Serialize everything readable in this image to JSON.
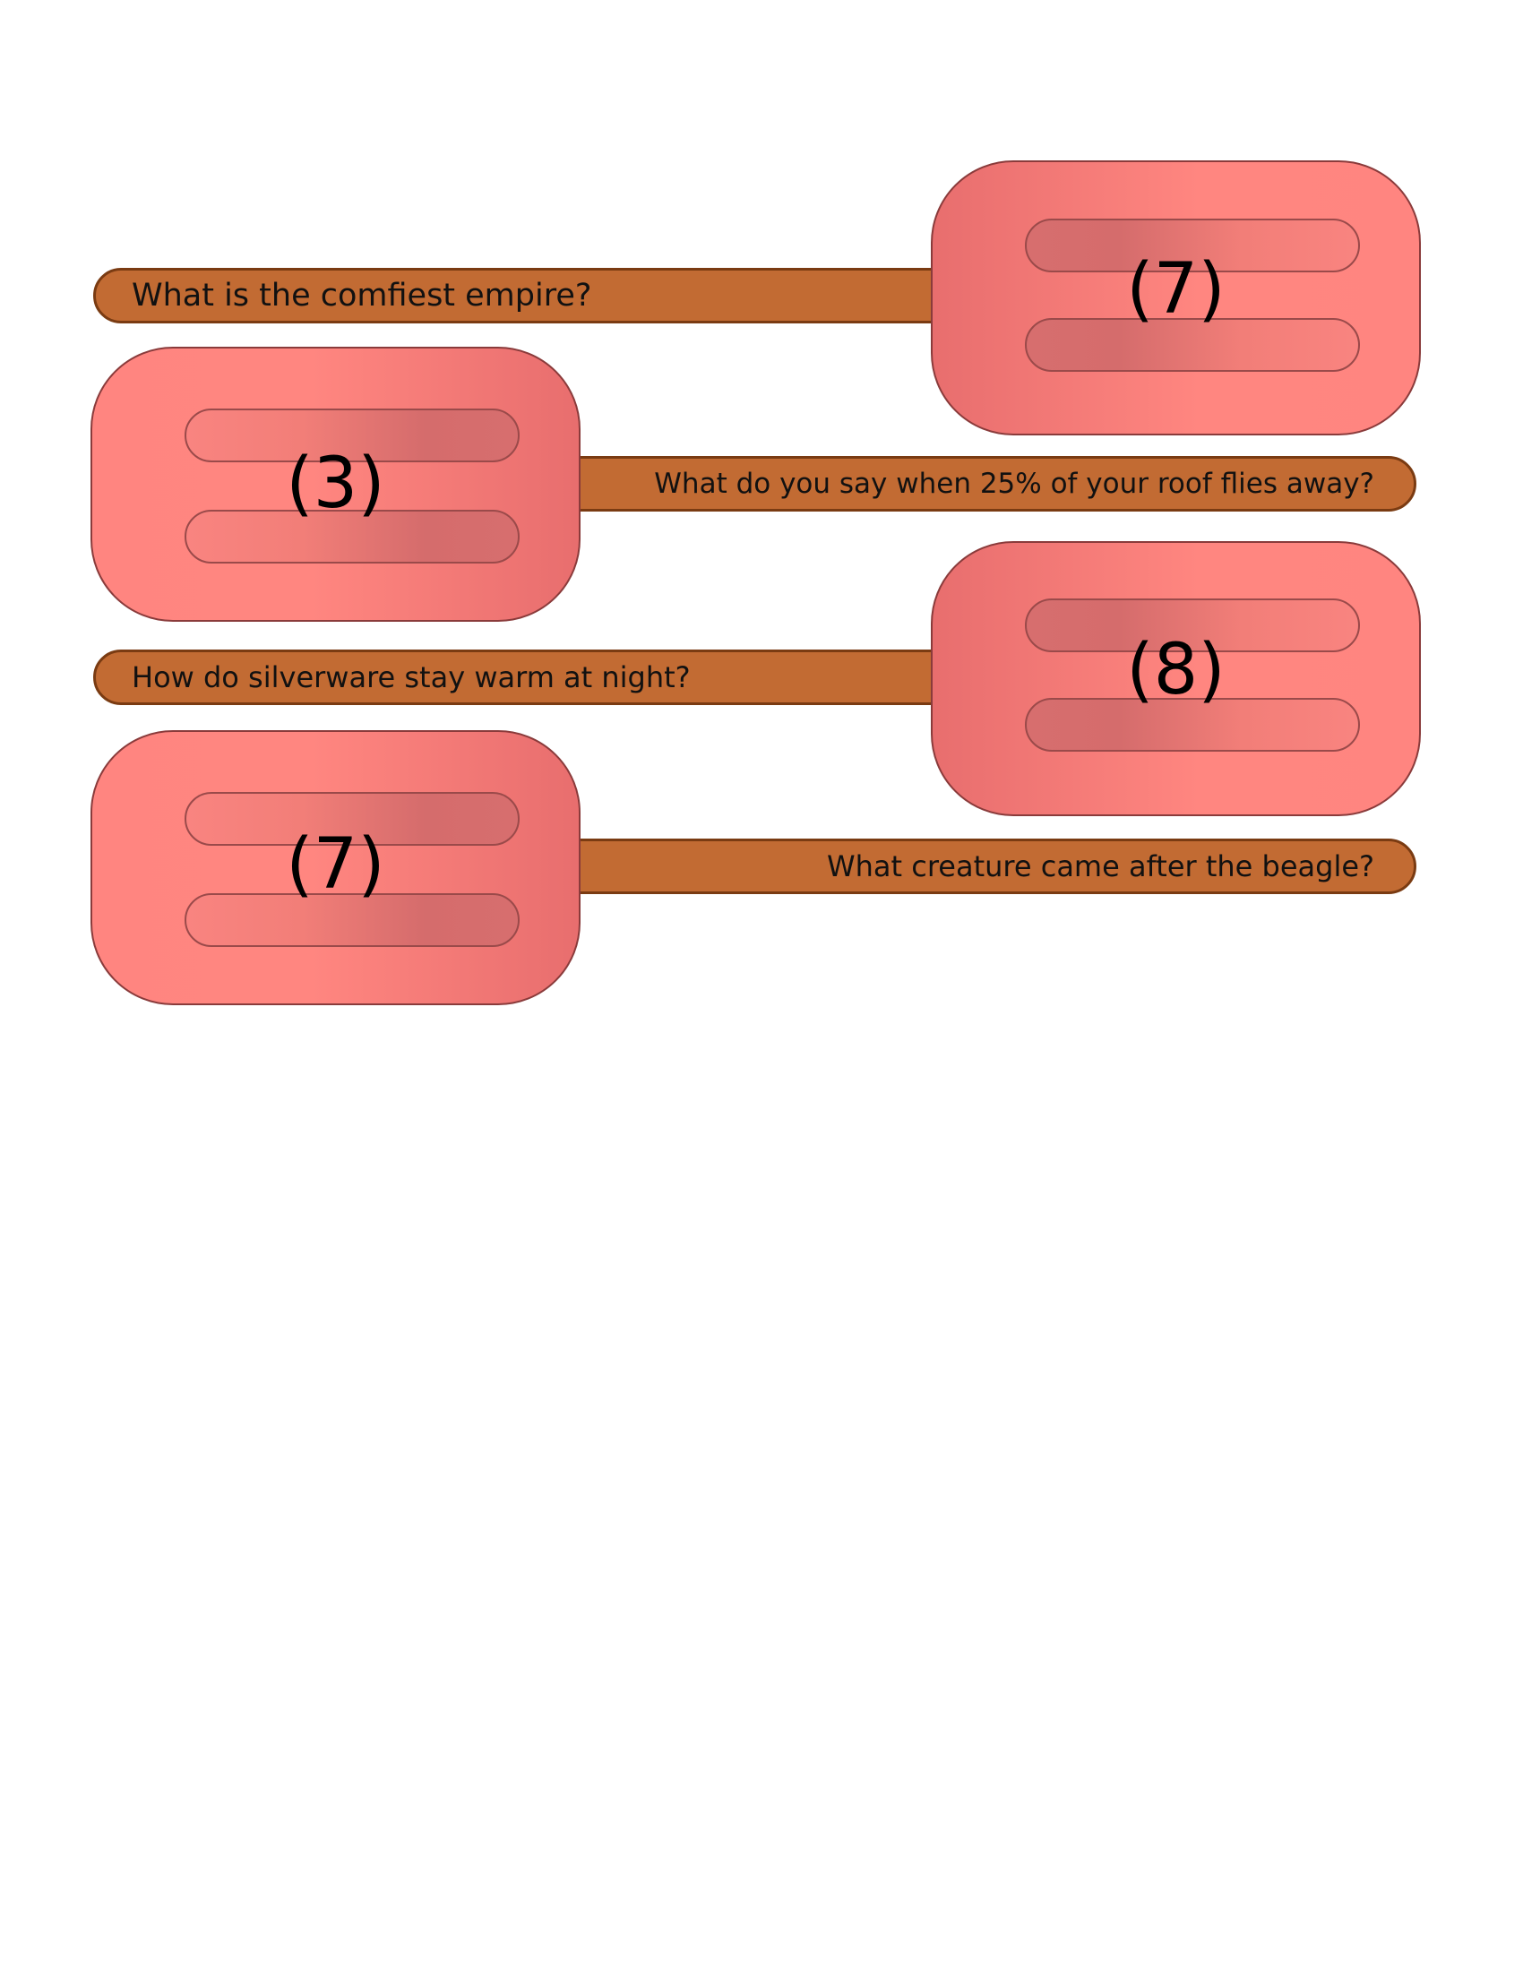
{
  "riddles": [
    {
      "question": "What is the comfiest empire?",
      "letters": "(7)"
    },
    {
      "question": "What do you say when 25% of your roof flies away?",
      "letters": "(3)"
    },
    {
      "question": "How do silverware stay warm at night?",
      "letters": "(8)"
    },
    {
      "question": "What creature came after the beagle?",
      "letters": "(7)"
    }
  ],
  "colors": {
    "stick": "#c26b33",
    "stick_border": "#7a3b12",
    "popsicle_light": "#ff8580",
    "popsicle_dark": "#e86e6e",
    "text": "#000000"
  }
}
